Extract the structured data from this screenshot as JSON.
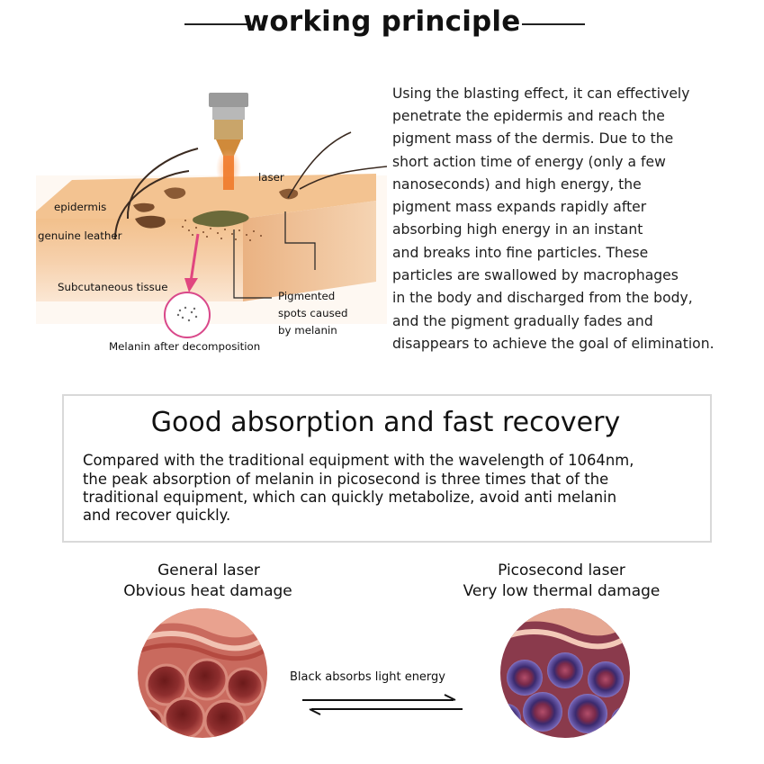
{
  "header": {
    "title": "working principle"
  },
  "description_lines": [
    "Using the blasting effect, it can effectively",
    "penetrate the epidermis and reach the",
    "pigment mass of the dermis. Due to the",
    "short action time of energy (only a few",
    "nanoseconds) and high energy, the",
    "pigment mass expands rapidly after",
    "absorbing high energy in an instant",
    "and breaks into fine particles. These",
    "particles are swallowed by macrophages",
    "in the body and discharged from the body,",
    "and the pigment gradually fades and",
    "disappears to achieve the goal of elimination."
  ],
  "diagram": {
    "laser": "laser",
    "epidermis": "epidermis",
    "genuine_leather": "genuine leather",
    "subcutaneous": "Subcutaneous tissue",
    "pigmented_1": "Pigmented",
    "pigmented_2": "spots caused",
    "pigmented_3": "by melanin",
    "melanin_after": "Melanin after decomposition"
  },
  "absorption": {
    "title": "Good absorption and fast recovery",
    "lines": [
      "Compared with the traditional equipment with the wavelength of 1064nm,",
      "the peak absorption of melanin in picosecond is three times that of the",
      "traditional equipment, which can quickly metabolize, avoid anti melanin",
      "and recover quickly."
    ]
  },
  "comparison": {
    "left_title": "General laser",
    "left_subtitle": "Obvious heat damage",
    "right_title": "Picosecond laser",
    "right_subtitle": "Very low thermal damage",
    "arrow_label": "Black absorbs light energy"
  },
  "colors": {
    "skin": "#f3c99b",
    "skin_top": "#f6d3ad",
    "pigment": "#8a5a35",
    "laser_beam": "#f07a2a",
    "pink_arrow": "#e0467f",
    "tissue_red": "#9b2c2c",
    "cell_purple": "#6a3d8a"
  }
}
